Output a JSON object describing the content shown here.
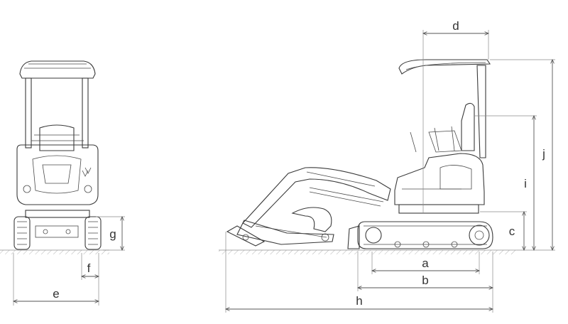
{
  "dimension_labels": {
    "a": "a",
    "b": "b",
    "c": "c",
    "d": "d",
    "e": "e",
    "f": "f",
    "g": "g",
    "h": "h",
    "i": "i",
    "j": "j"
  }
}
